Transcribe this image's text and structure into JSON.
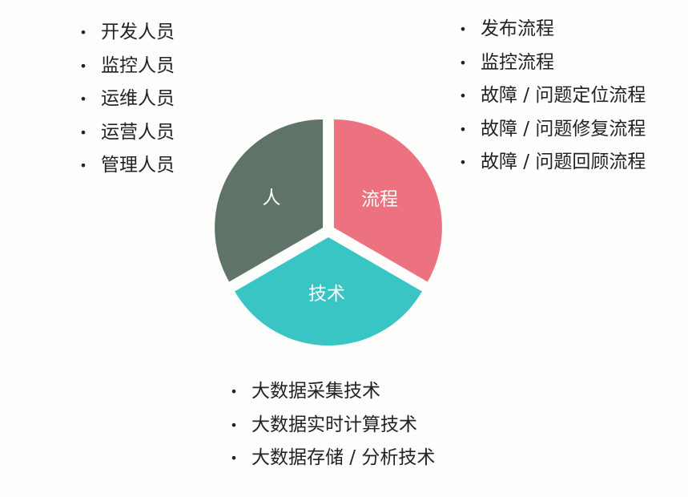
{
  "diagram": {
    "type": "three-part-pie",
    "segments": [
      {
        "label": "人",
        "color": "#5f7369"
      },
      {
        "label": "流程",
        "color": "#ec727f"
      },
      {
        "label": "技术",
        "color": "#3ac5c5"
      }
    ]
  },
  "lists": {
    "people": {
      "items": [
        "开发人员",
        "监控人员",
        "运维人员",
        "运营人员",
        "管理人员"
      ]
    },
    "process": {
      "items": [
        "发布流程",
        "监控流程",
        "故障 / 问题定位流程",
        "故障 / 问题修复流程",
        "故障 / 问题回顾流程"
      ]
    },
    "technology": {
      "items": [
        "大数据采集技术",
        "大数据实时计算技术",
        "大数据存储 / 分析技术"
      ]
    }
  },
  "bullet_glyph": "•"
}
